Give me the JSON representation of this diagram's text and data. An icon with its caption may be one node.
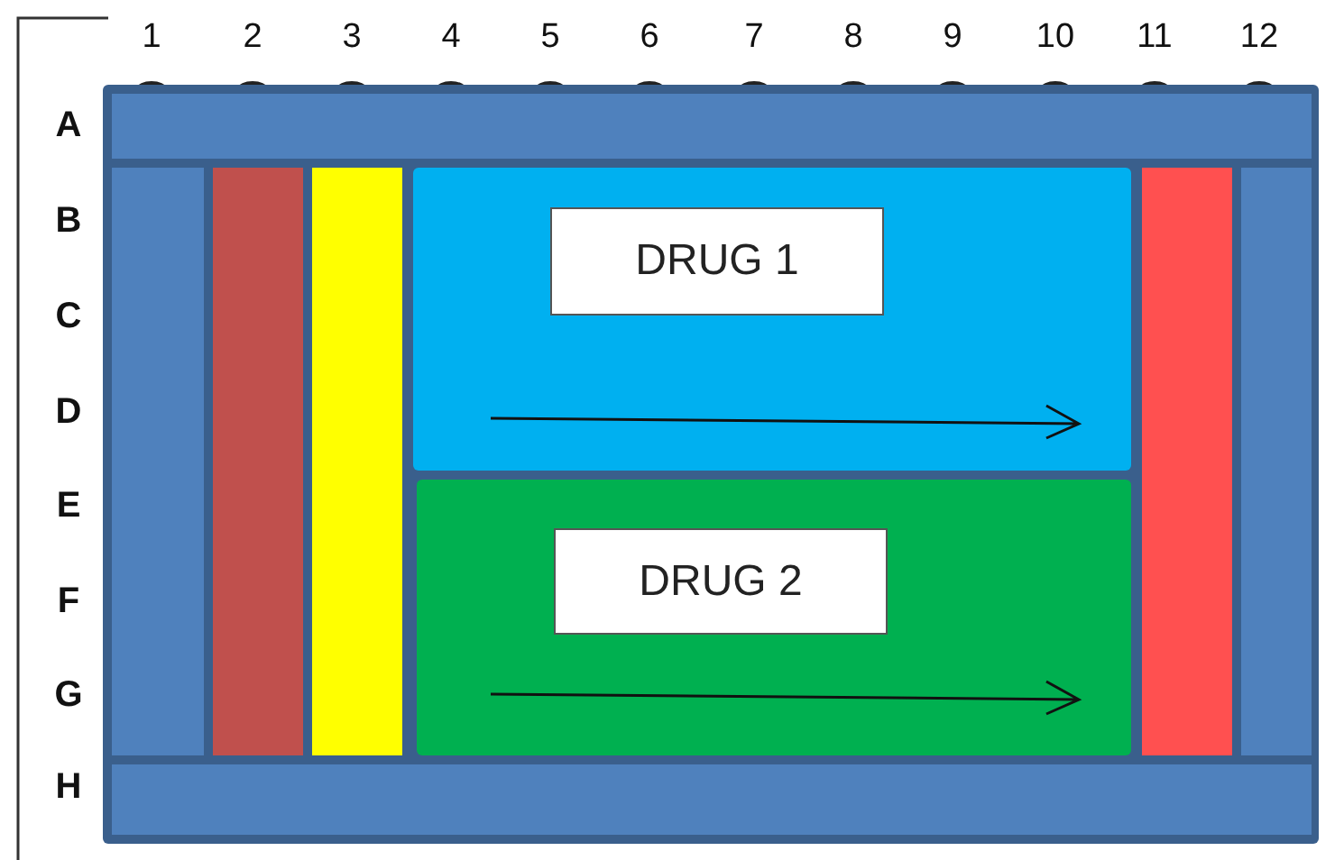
{
  "diagram": {
    "nodes": [
      {
        "text": [],
        "shape": "box"
      },
      {
        "text": [],
        "shape": "bar",
        "in": 0
      },
      {
        "text": [],
        "shape": "bar",
        "in": 0
      },
      {
        "text": [],
        "shape": "bar",
        "in": 0
      },
      {
        "text": [],
        "shape": "bar",
        "in": 0
      },
      {
        "text": [],
        "shape": "box",
        "in": 0
      },
      {
        "text": [
          "DRUG 1"
        ],
        "in": 5
      },
      {
        "text": [],
        "shape": "box",
        "in": 0
      },
      {
        "text": [
          "DRUG 2"
        ],
        "in": 7
      },
      {
        "text": [],
        "shape": "bar",
        "in": 0
      },
      {
        "text": [],
        "shape": "bar",
        "in": 0
      },
      {
        "text": [],
        "shape": "bar",
        "in": 0
      }
    ],
    "labels": [
      "1",
      "2",
      "3",
      "4",
      "5",
      "6",
      "7",
      "8",
      "9",
      "10",
      "11",
      "12",
      "A",
      "B",
      "C",
      "D",
      "E",
      "F",
      "G",
      "H"
    ]
  }
}
